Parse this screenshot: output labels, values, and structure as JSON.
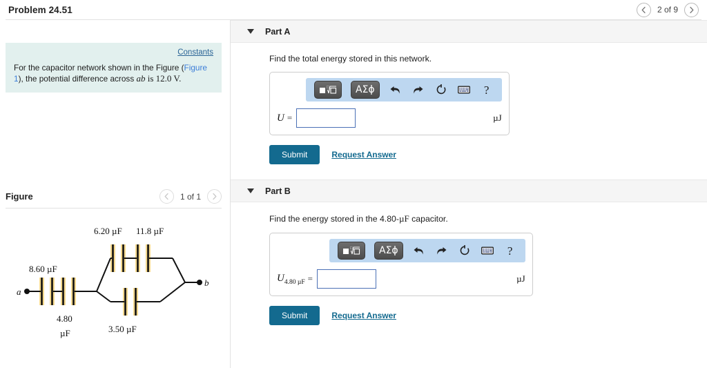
{
  "header": {
    "title": "Problem 24.51",
    "pager": {
      "current": "2 of 9",
      "prev_icon": "chevron-left-icon",
      "next_icon": "chevron-right-icon"
    }
  },
  "statement": {
    "constants_label": "Constants",
    "text_before_link": "For the capacitor network shown in the Figure (",
    "figure_link": "Figure 1",
    "text_after_link": "), the potential difference across ",
    "variable_ab": "ab",
    "text_value": " is 12.0 V.",
    "background_color": "#e2f0ee"
  },
  "figure": {
    "label": "Figure",
    "pager": "1 of 1",
    "prev_icon": "chevron-left-icon",
    "next_icon": "chevron-right-icon",
    "node_a": "a",
    "node_b": "b",
    "capacitors": [
      {
        "id": "c1",
        "value": "8.60",
        "unit": "µF",
        "label": "8.60 µF"
      },
      {
        "id": "c2",
        "value": "4.80",
        "unit": "µF",
        "label_line1": "4.80",
        "label_line2": "µF"
      },
      {
        "id": "c3",
        "value": "6.20",
        "unit": "µF",
        "label": "6.20 µF"
      },
      {
        "id": "c4",
        "value": "11.8",
        "unit": "µF",
        "label": "11.8 µF"
      },
      {
        "id": "c5",
        "value": "3.50",
        "unit": "µF",
        "label": "3.50 µF"
      }
    ],
    "plate_highlight_color": "#f5d98e"
  },
  "parts": [
    {
      "id": "part-a",
      "title": "Part A",
      "question": "Find the total energy stored in this network.",
      "answer": {
        "variable": "U",
        "subscript": "",
        "equals": "=",
        "value": "",
        "unit": "µJ"
      },
      "toolbar": {
        "math_template_icon": "math-template-icon",
        "greek_label": "ΑΣϕ",
        "undo_icon": "undo-icon",
        "redo_icon": "redo-icon",
        "reset_icon": "reset-icon",
        "keyboard_icon": "keyboard-icon",
        "help_label": "?"
      },
      "submit_label": "Submit",
      "request_label": "Request Answer"
    },
    {
      "id": "part-b",
      "title": "Part B",
      "question_before": "Find the energy stored in the 4.80-",
      "question_mu": "µF",
      "question_after": " capacitor.",
      "answer": {
        "variable": "U",
        "subscript": "4.80 µF",
        "equals": "=",
        "value": "",
        "unit": "µJ"
      },
      "toolbar": {
        "math_template_icon": "math-template-icon",
        "greek_label": "ΑΣϕ",
        "undo_icon": "undo-icon",
        "redo_icon": "redo-icon",
        "reset_icon": "reset-icon",
        "keyboard_icon": "keyboard-icon",
        "help_label": "?"
      },
      "submit_label": "Submit",
      "request_label": "Request Answer"
    }
  ],
  "colors": {
    "accent": "#136a8f",
    "link": "#2a6496",
    "toolbar_bg": "#bdd7f0",
    "input_border": "#4a6fb5",
    "panel_bg": "#e2f0ee"
  }
}
